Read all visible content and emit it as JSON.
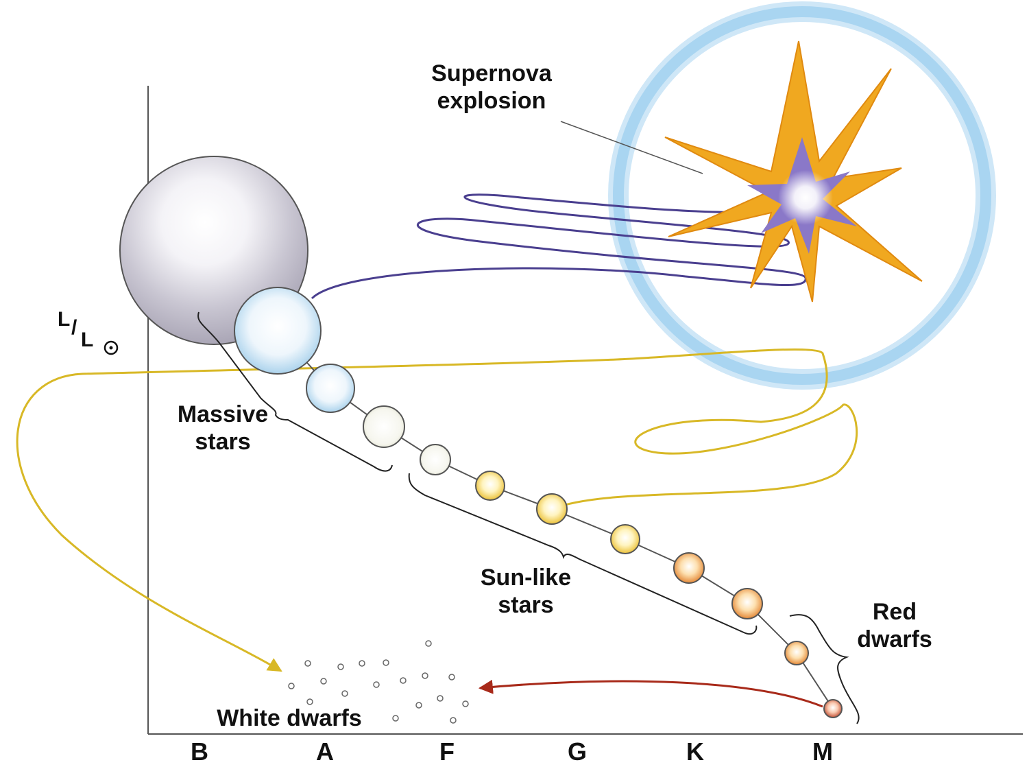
{
  "axes": {
    "y_label_main": "L",
    "y_label_sub": "L",
    "y_label_symbol": "⊙",
    "x_ticks": [
      "B",
      "A",
      "F",
      "G",
      "K",
      "M"
    ]
  },
  "labels": {
    "supernova_line1": "Supernova",
    "supernova_line2": "explosion",
    "massive_line1": "Massive",
    "massive_line2": "stars",
    "sunlike_line1": "Sun-like",
    "sunlike_line2": "stars",
    "red_line1": "Red",
    "red_line2": "dwarfs",
    "white_dwarfs": "White dwarfs"
  },
  "colors": {
    "massive_track": "#4a3f8f",
    "sunlike_track": "#d8b826",
    "reddwarf_track": "#a82a1a",
    "ring": "#9fd0ef",
    "star_flare": "#f0a820",
    "star_inner": "#8a78c8",
    "giant": "#b9b6c4"
  },
  "icons": {
    "supernova": "starburst-icon",
    "sun_symbol": "sun-symbol-icon"
  }
}
